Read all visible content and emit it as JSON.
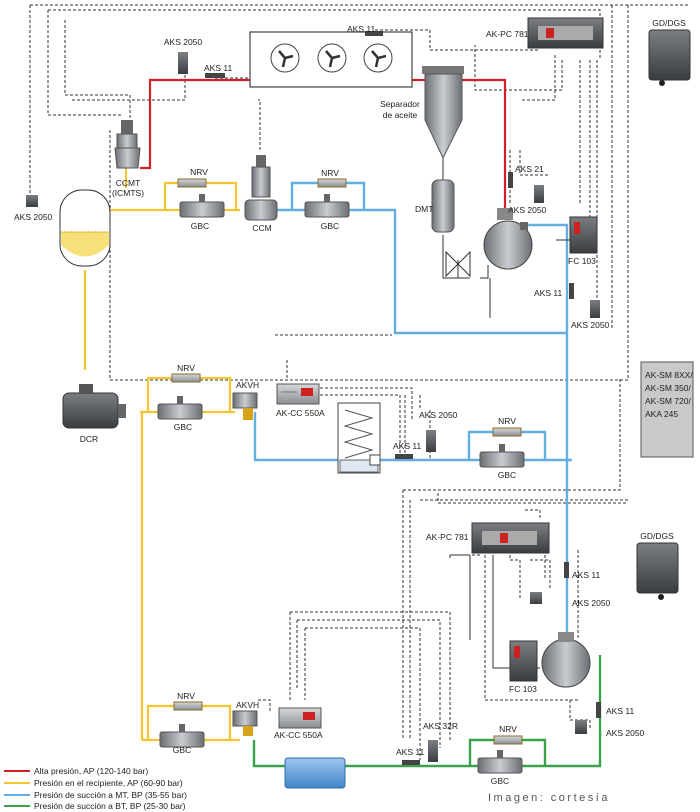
{
  "labels": {
    "aks2050_top": "AKS 2050",
    "aks11_top": "AKS 11",
    "aks11_cond": "AKS 11",
    "akpc781_top": "AK-PC 781",
    "gd_dgs_top": "GD/DGS",
    "separador_1": "Separador",
    "separador_2": "de aceite",
    "ccmt_1": "CCMT",
    "ccmt_2": "(ICMTS)",
    "nrv_1": "NRV",
    "nrv_2": "NRV",
    "gbc_1": "GBC",
    "gbc_2": "GBC",
    "ccm": "CCM",
    "aks2050_left": "AKS 2050",
    "dmt": "DMT",
    "aks21": "AKS 21",
    "aks2050_comp": "AKS 2050",
    "fc103_top": "FC 103",
    "aks11_right": "AKS 11",
    "aks2050_right": "AKS 2050",
    "aksm_1": "AK-SM 8XX/",
    "aksm_2": "AK-SM 350/",
    "aksm_3": "AK-SM 720/",
    "aksm_4": "AKA 245",
    "nrv_3": "NRV",
    "gbc_3": "GBC",
    "akvh_1": "AKVH",
    "akcc_1": "AK-CC 550A",
    "dcr": "DCR",
    "aks2050_mid": "AKS 2050",
    "aks11_mid": "AKS 11",
    "nrv_4": "NRV",
    "gbc_4": "GBC",
    "akpc781_bot": "AK-PC 781",
    "gd_dgs_bot": "GD/DGS",
    "aks11_bt": "AKS 11",
    "aks2050_bt": "AKS 2050",
    "fc103_bot": "FC 103",
    "nrv_5": "NRV",
    "gbc_5": "GBC",
    "akvh_2": "AKVH",
    "akcc_2": "AK-CC 550A",
    "aks32r": "AKS 32R",
    "aks11_low": "AKS 11",
    "nrv_6": "NRV",
    "gbc_6": "GBC",
    "aks11_bt2": "AKS 11",
    "aks2050_bt2": "AKS 2050"
  },
  "legend": [
    {
      "text": "Alta presión, AP (120-140 bar)",
      "color": "#d0202a"
    },
    {
      "text": "Presión en el recipiente, AP (60-90 bar)",
      "color": "#f2c531"
    },
    {
      "text": "Presión de succión a MT, BP (35-55 bar)",
      "color": "#63aee0"
    },
    {
      "text": "Presión de succión a BT, BP (25-30 bar)",
      "color": "#3aa24b"
    }
  ],
  "credit": "Imagen: cortesía"
}
